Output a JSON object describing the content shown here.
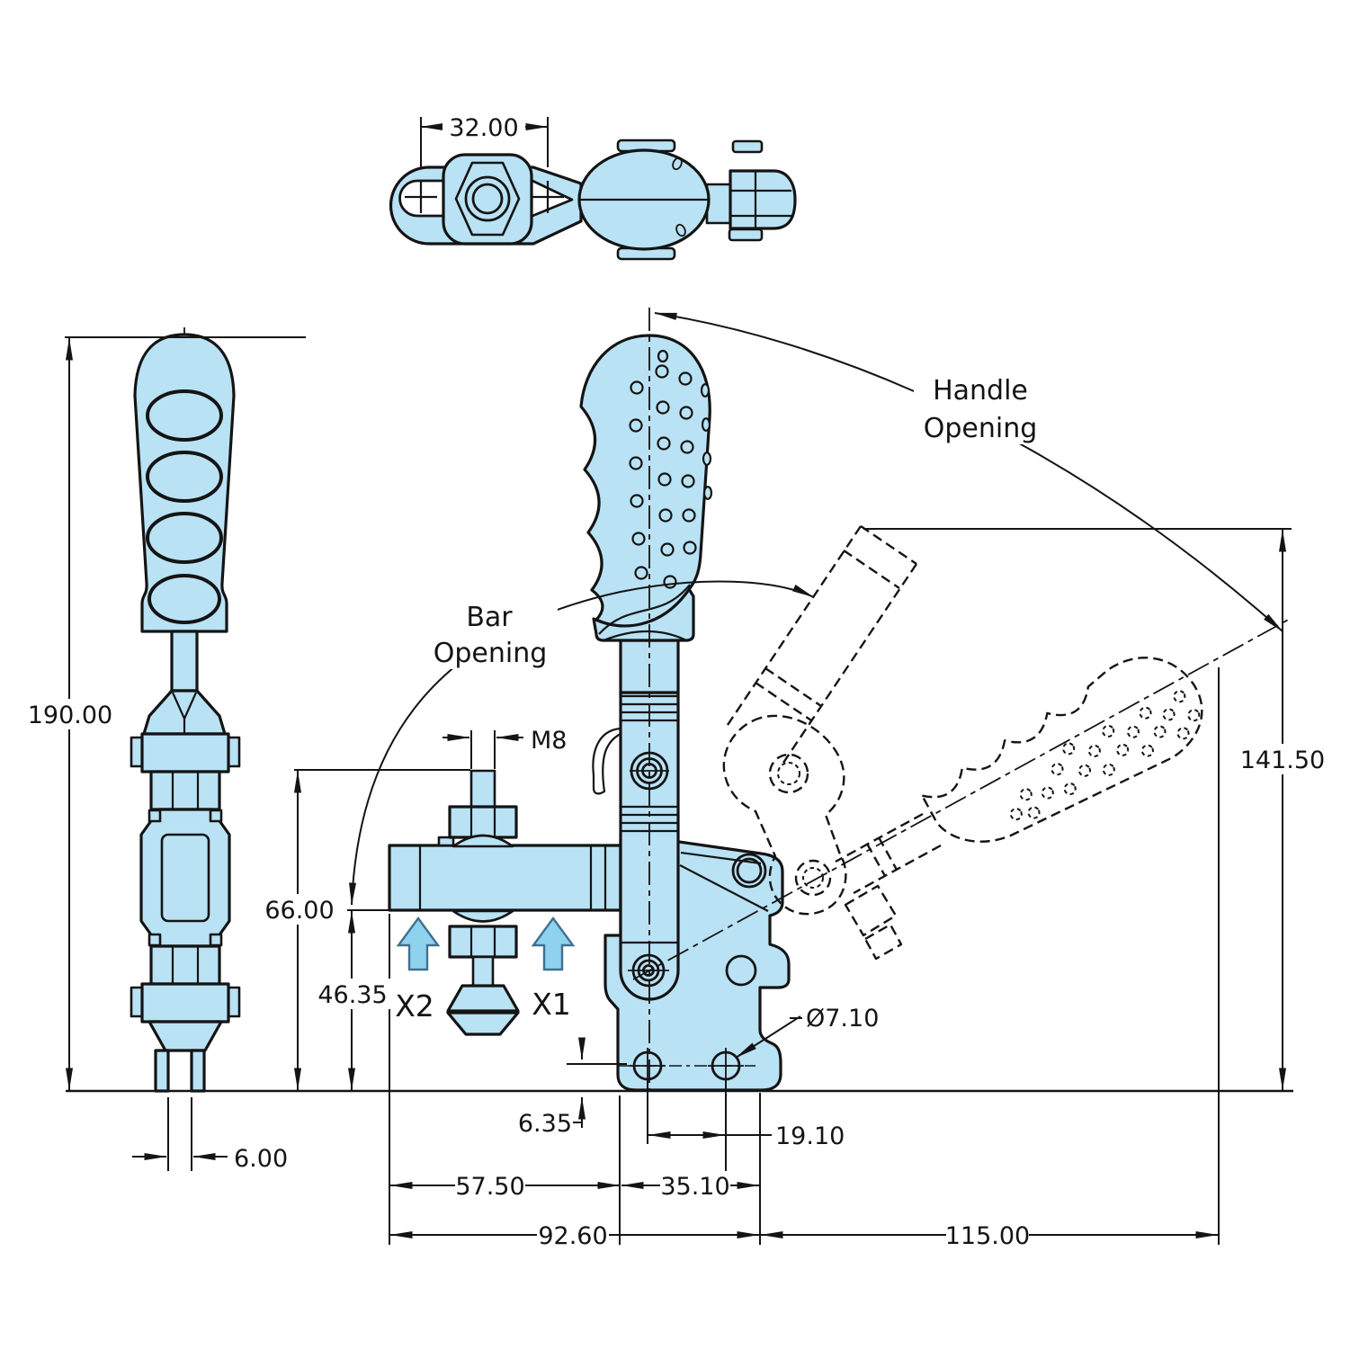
{
  "drawing": {
    "kind": "toggle-clamp engineering drawing",
    "colors": {
      "part_fill": "#b9e2f4",
      "accent_arrow_fill": "#8ed2ee",
      "accent_arrow_stroke": "#40708e",
      "line": "#141414",
      "background": "#ffffff"
    },
    "annotations": {
      "bar_opening_line1": "Bar",
      "bar_opening_line2": "Opening",
      "handle_opening_line1": "Handle",
      "handle_opening_line2": "Opening",
      "point_label_x2": "X2",
      "point_label_x1": "X1"
    },
    "dimensions": {
      "top_view_width": "32.00",
      "overall_height": "190.00",
      "fork_gap": "6.00",
      "spindle_thread": "M8",
      "spindle_top_height": "66.00",
      "bar_opening_height": "46.35",
      "hole_edge_offset": "6.35",
      "mounting_hole_spacing": "19.10",
      "bar_reach": "57.50",
      "base_length": "35.10",
      "total_reach": "92.60",
      "open_handle_reach": "115.00",
      "open_overall_height": "141.50",
      "mounting_hole_diameter": "Ø7.10"
    }
  }
}
